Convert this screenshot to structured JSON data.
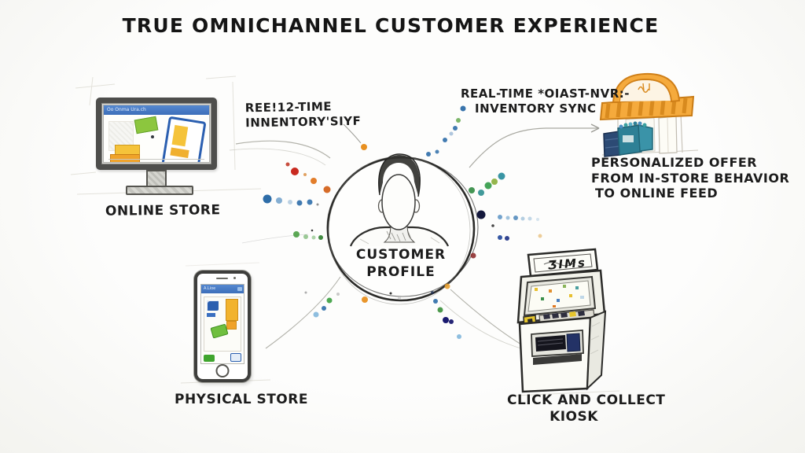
{
  "title": "TRUE OMNICHANNEL CUSTOMER EXPERIENCE",
  "center_profile": {
    "line1": "CUSTOMER",
    "line2": "PROFILE"
  },
  "labels": {
    "online_store": "ONLINE STORE",
    "physical_store": "PHYSICAL STORE",
    "kiosk_line1": "CLICK AND COLLECT",
    "kiosk_line2": "KIOSK"
  },
  "annotations": {
    "left_sync_line1": "REE!12-TIME",
    "left_sync_line2": "INNENTORY'SIYF",
    "right_sync_line1": "REAL-TIME *OIAST-NVR:-",
    "right_sync_line2": "INVENTORY SYNC",
    "store_offer_line1": "PERSONALIZED OFFER",
    "store_offer_line2": "FROM IN-STORE BEHAVIOR",
    "store_offer_line3": "TO ONLINE FEED"
  },
  "screen_texts": {
    "monitor_header": "Oo Onma Ura.ch",
    "phone_header": "A.Lioe",
    "kiosk_sign": "ƷIMs"
  },
  "colors": {
    "ink": "#222222",
    "sketch_line": "#b2b2aa",
    "screen_header_blue": "#4377c2",
    "accent_yellow": "#f2b32e",
    "accent_orange": "#ef9a2a",
    "accent_green": "#7cc142",
    "awning_orange": "#f5aa3c",
    "bin_teal": "#2e8096"
  },
  "dots": [
    [
      366,
      209,
      2.5,
      "#c23b2a",
      0.9
    ],
    [
      375,
      218,
      5,
      "#c92a20",
      1
    ],
    [
      388,
      222,
      2,
      "#d98a3a",
      0.8
    ],
    [
      399,
      230,
      4,
      "#e0761f",
      0.95
    ],
    [
      416,
      241,
      4.5,
      "#d4641d",
      0.95
    ],
    [
      340,
      253,
      5.5,
      "#2e6da8",
      1
    ],
    [
      355,
      255,
      4,
      "#5b93c4",
      0.75
    ],
    [
      369,
      257,
      3,
      "#aac6dc",
      0.8
    ],
    [
      381,
      258,
      3.5,
      "#2e6da8",
      0.9
    ],
    [
      394,
      257,
      3.5,
      "#3a77b0",
      0.95
    ],
    [
      404,
      260,
      1.5,
      "#777777",
      0.8
    ],
    [
      377,
      298,
      4,
      "#4a9f42",
      0.9
    ],
    [
      389,
      301,
      3,
      "#4a9f42",
      0.55
    ],
    [
      399,
      302,
      2.5,
      "#4a9f42",
      0.45
    ],
    [
      408,
      302,
      3,
      "#2f7f2f",
      0.9
    ],
    [
      397,
      293,
      1.3,
      "#222222",
      0.9
    ],
    [
      463,
      187,
      4,
      "#e89020",
      1
    ],
    [
      545,
      196,
      3,
      "#2e6da8",
      0.9
    ],
    [
      556,
      193,
      2.5,
      "#2e6da8",
      0.85
    ],
    [
      566,
      178,
      3,
      "#2e6da8",
      0.9
    ],
    [
      574,
      170,
      2.5,
      "#9bb8d4",
      0.8
    ],
    [
      579,
      163,
      3,
      "#2e6da8",
      0.9
    ],
    [
      583,
      153,
      3,
      "#6fae5a",
      0.9
    ],
    [
      589,
      138,
      3.5,
      "#2e6da8",
      0.95
    ],
    [
      600,
      242,
      4,
      "#3a8f4a",
      0.95
    ],
    [
      612,
      245,
      4,
      "#2e8f8f",
      0.9
    ],
    [
      621,
      236,
      4.5,
      "#3a9f4f",
      0.95
    ],
    [
      629,
      231,
      4,
      "#8aae3a",
      0.9
    ],
    [
      638,
      224,
      4.5,
      "#2e8f9f",
      0.95
    ],
    [
      612,
      273,
      5.5,
      "#14183c",
      1
    ],
    [
      627,
      287,
      1.8,
      "#333333",
      0.9
    ],
    [
      636,
      276,
      3,
      "#5b93c4",
      0.85
    ],
    [
      646,
      277,
      2.5,
      "#8ab4d4",
      0.8
    ],
    [
      656,
      277,
      3,
      "#4a85b8",
      0.85
    ],
    [
      665,
      278,
      2.5,
      "#9bbdd8",
      0.75
    ],
    [
      674,
      278,
      2.5,
      "#aac8de",
      0.7
    ],
    [
      684,
      279,
      2,
      "#c4d8e8",
      0.7
    ],
    [
      687,
      300,
      2.5,
      "#e8c080",
      0.8
    ],
    [
      636,
      302,
      3,
      "#2b4f9f",
      0.95
    ],
    [
      645,
      303,
      3,
      "#273a8a",
      0.95
    ],
    [
      602,
      325,
      3.5,
      "#8f2f2f",
      0.9
    ],
    [
      569,
      364,
      3.5,
      "#e8a030",
      0.9
    ],
    [
      554,
      383,
      3,
      "#2e6da8",
      0.9
    ],
    [
      560,
      394,
      3.5,
      "#3a8f3a",
      0.9
    ],
    [
      567,
      407,
      4,
      "#1a1a6f",
      1
    ],
    [
      574,
      409,
      3,
      "#1a1a6f",
      0.95
    ],
    [
      584,
      428,
      3,
      "#7ab3d9",
      0.85
    ],
    [
      430,
      374,
      2,
      "#bbbbbb",
      0.8
    ],
    [
      419,
      382,
      3.5,
      "#3a9f3f",
      0.9
    ],
    [
      412,
      392,
      3,
      "#2e6da8",
      0.9
    ],
    [
      402,
      400,
      3.5,
      "#7ab3d9",
      0.85
    ],
    [
      389,
      372,
      1.5,
      "#999999",
      0.8
    ],
    [
      464,
      381,
      4,
      "#e89020",
      0.95
    ],
    [
      497,
      373,
      1.5,
      "#222222",
      0.9
    ],
    [
      508,
      379,
      2,
      "#cccccc",
      0.8
    ],
    [
      550,
      372,
      2,
      "#223355",
      0.8
    ]
  ]
}
